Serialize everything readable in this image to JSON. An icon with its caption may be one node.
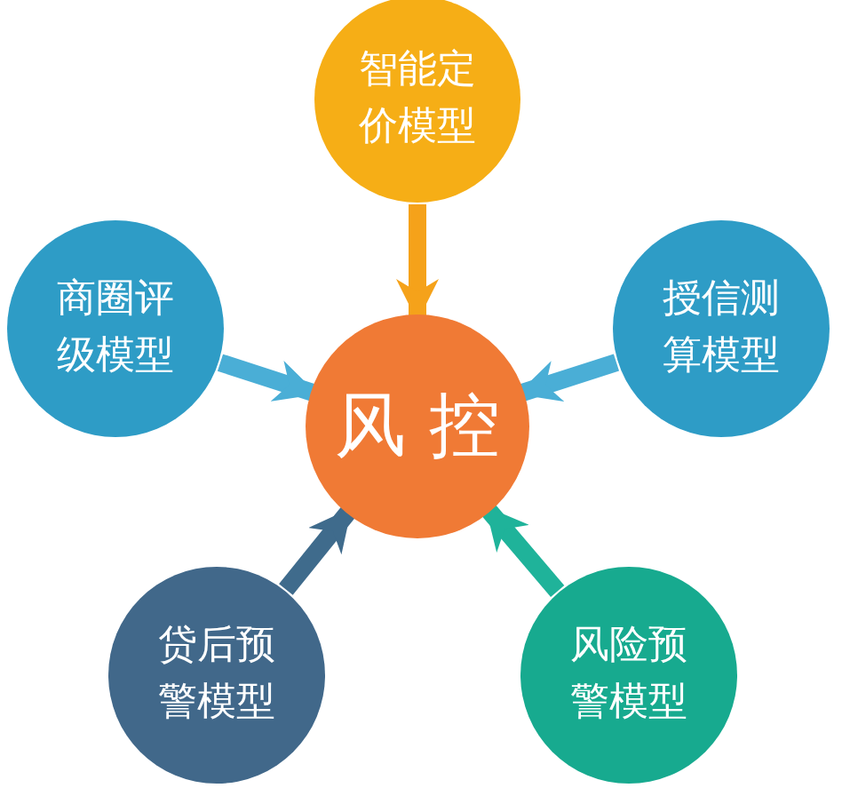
{
  "diagram": {
    "nodes": [
      {
        "text": [
          "风 控"
        ]
      },
      {
        "text": [
          "智能定价模型"
        ]
      },
      {
        "text": [
          "商圈评级模型"
        ]
      },
      {
        "text": [
          "授信测算模型"
        ]
      },
      {
        "text": [
          "贷后预警模型"
        ]
      },
      {
        "text": [
          "风险预警模型"
        ]
      }
    ],
    "edges": [
      {
        "from": 1,
        "to": 0,
        "arrow": "to",
        "color": "#f5a21a"
      },
      {
        "from": 2,
        "to": 0,
        "arrow": "to",
        "color": "#4aaed6"
      },
      {
        "from": 3,
        "to": 0,
        "arrow": "to",
        "color": "#4aaed6"
      },
      {
        "from": 4,
        "to": 0,
        "arrow": "to",
        "color": "#3f6b8c"
      },
      {
        "from": 5,
        "to": 0,
        "arrow": "to",
        "color": "#1fb39a"
      }
    ]
  }
}
